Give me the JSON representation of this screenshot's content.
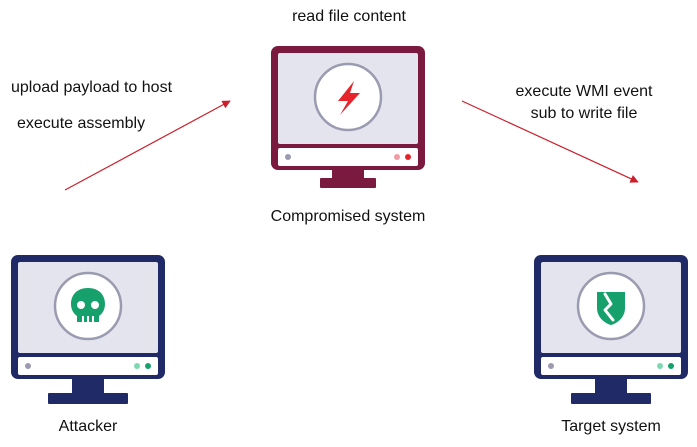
{
  "nodes": {
    "compromised": {
      "label": "Compromised system",
      "theme": "#7a1a3e",
      "icon": "lightning-bolt-icon",
      "icon_color": "#e5242b",
      "led_colors": [
        "#f29aa3",
        "#e5242b"
      ]
    },
    "attacker": {
      "label": "Attacker",
      "theme": "#1f2a66",
      "icon": "skull-icon",
      "icon_color": "#16a06b",
      "led_colors": [
        "#7fd7b0",
        "#16a06b"
      ]
    },
    "target": {
      "label": "Target system",
      "theme": "#1f2a66",
      "icon": "broken-shield-icon",
      "icon_color": "#16a06b",
      "led_colors": [
        "#7fd7b0",
        "#16a06b"
      ]
    }
  },
  "annotations": {
    "top": "read file content",
    "left_line1": "upload payload to host",
    "left_line2": "execute assembly",
    "right_line1": "execute WMI event",
    "right_line2": "sub to write file"
  },
  "edges": [
    {
      "from": "attacker",
      "to": "compromised",
      "color": "#cc1f2b"
    },
    {
      "from": "compromised",
      "to": "target",
      "color": "#cc1f2b"
    }
  ]
}
